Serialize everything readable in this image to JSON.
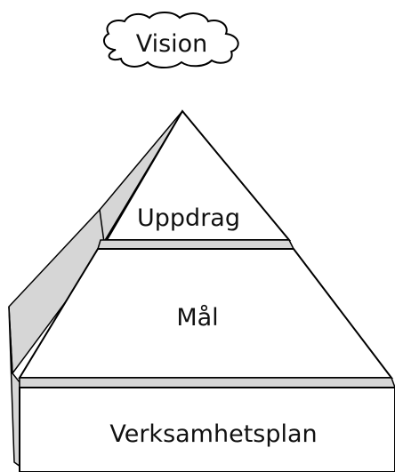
{
  "diagram": {
    "cloud_label": "Vision",
    "levels": [
      {
        "label": "Uppdrag"
      },
      {
        "label": "Mål"
      },
      {
        "label": "Verksamhetsplan"
      }
    ]
  },
  "colors": {
    "face": "#ffffff",
    "side": "#d6d6d6",
    "stroke": "#000000"
  }
}
